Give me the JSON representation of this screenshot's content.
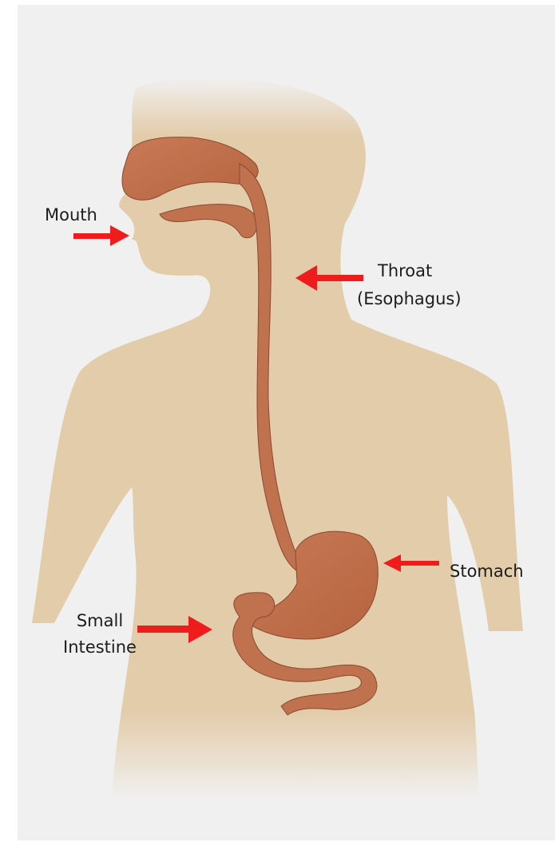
{
  "labels": {
    "mouth": "Mouth",
    "throat_line1": "Throat",
    "throat_line2": "(Esophagus)",
    "stomach": "Stomach",
    "small_intestine_line1": "Small",
    "small_intestine_line2": "Intestine"
  },
  "colors": {
    "background": "#f0f0f0",
    "body_skin": "#e3ccaa",
    "organ": "#c0714e",
    "organ_outline": "#8a4a33",
    "arrow": "#ee1c1c",
    "text": "#1c1c1c"
  }
}
